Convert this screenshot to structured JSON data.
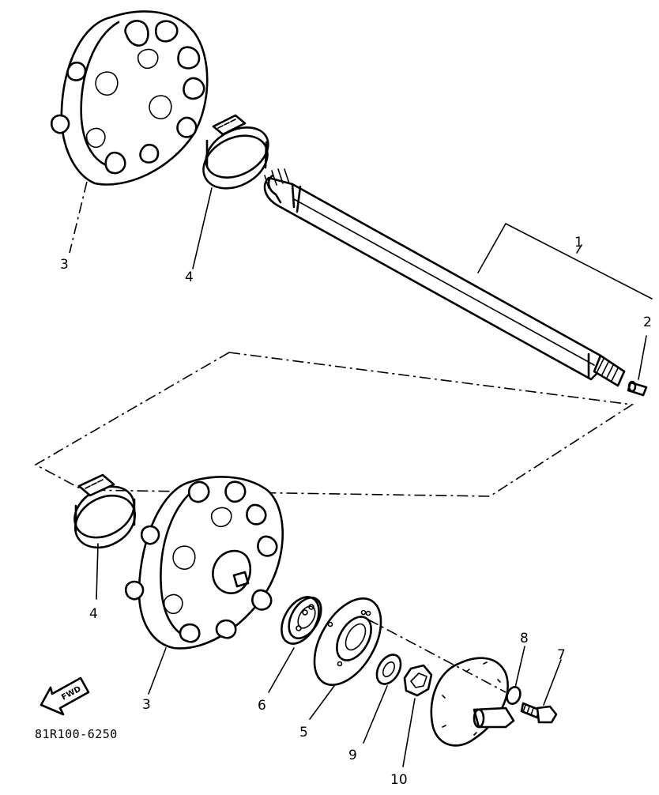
{
  "callouts": {
    "c1": "1",
    "c2": "2",
    "c3_top": "3",
    "c4_top": "4",
    "c4_bottom": "4",
    "c3_bottom": "3",
    "c6": "6",
    "c5": "5",
    "c9": "9",
    "c10": "10",
    "c8": "8",
    "c7": "7"
  },
  "fwd_label": "FWD",
  "diagram_code": "81R100-6250"
}
